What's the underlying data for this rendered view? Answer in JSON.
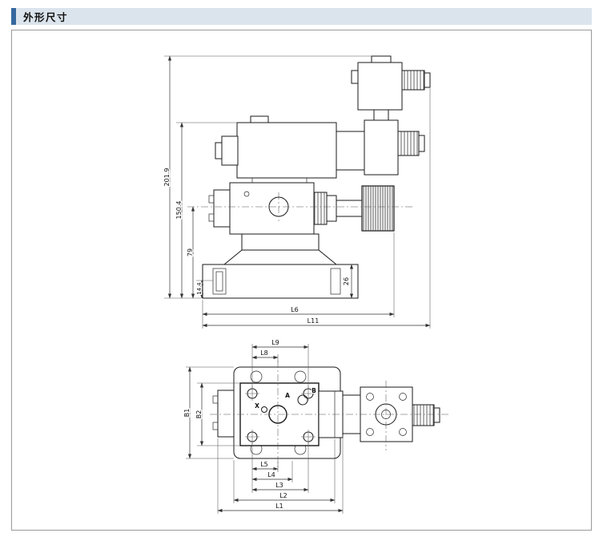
{
  "header": {
    "title": "外形尺寸"
  },
  "drawing": {
    "side_view": {
      "height_total": "201.9",
      "height_pilot": "150.4",
      "height_axis": "79",
      "height_plate": "14.4",
      "base_height": "26",
      "length_l6": "L6",
      "length_l11": "L11"
    },
    "plan_view": {
      "l9": "L9",
      "l8": "L8",
      "b1": "B1",
      "b2": "B2",
      "l5": "L5",
      "l4": "L4",
      "l3": "L3",
      "l2": "L2",
      "l1": "L1",
      "port_a": "A",
      "port_b": "B",
      "port_x": "X"
    }
  }
}
